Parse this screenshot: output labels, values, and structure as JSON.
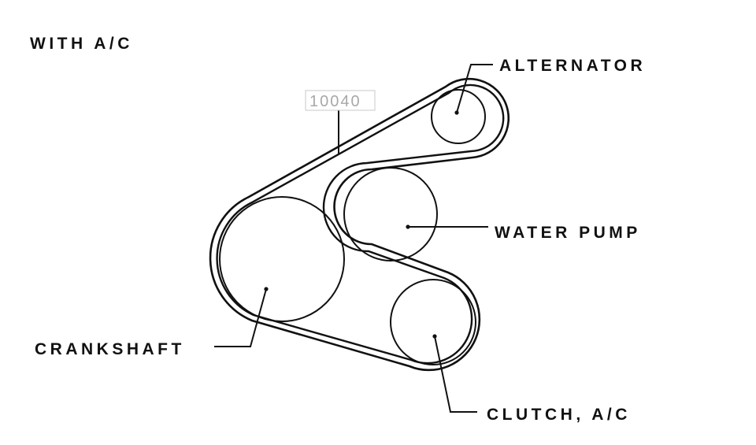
{
  "title": "WITH A/C",
  "part_number": "10040",
  "labels": {
    "alternator": "ALTERNATOR",
    "water_pump": "WATER PUMP",
    "crankshaft": "CRANKSHAFT",
    "clutch_ac": "CLUTCH, A/C"
  },
  "colors": {
    "ink": "#111111",
    "part_number": "#a8a8a8",
    "background": "#ffffff"
  }
}
